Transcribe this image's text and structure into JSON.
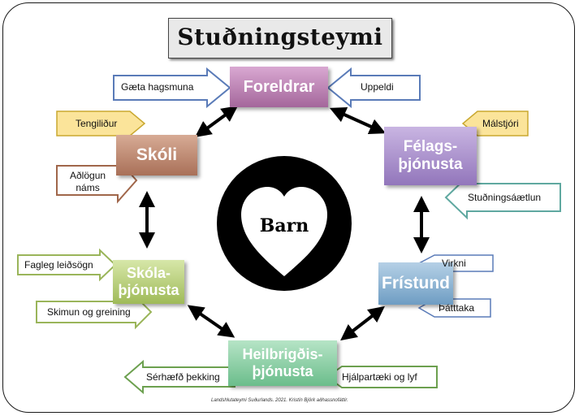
{
  "title": "Stuðningsteymi",
  "center": "Barn",
  "nodes": {
    "foreldrar": "Foreldrar",
    "skoli": "Skóli",
    "felags_line1": "Félags-",
    "felags_line2": "þjónusta",
    "skolathj_line1": "Skóla-",
    "skolathj_line2": "þjónusta",
    "fristund": "Frístund",
    "heilb_line1": "Heilbrigðis-",
    "heilb_line2": "þjónusta"
  },
  "labels": {
    "gaeta": "Gæta hagsmuna",
    "uppeldi": "Uppeldi",
    "tengilidur": "Tengiliður",
    "adlogun_line1": "Aðlögun",
    "adlogun_line2": "náms",
    "malstjori": "Málstjóri",
    "studningsaetlun": "Stuðningsáætlun",
    "fagleg": "Fagleg leiðsögn",
    "skimun": "Skimun og greining",
    "virkni": "Virkni",
    "thatttaka": "Þátttaka",
    "serhaefd": "Sérhæfð þekking",
    "hjalpartaeki": "Hjálpartæki og lyf"
  },
  "footer": "Landshlutateymi Suðurlands. 2021. Kristín Björk aðhassnofáttir.",
  "colors": {
    "foreldrar": "#b77fae",
    "skoli": "#c28b73",
    "felags": "#a58ccb",
    "skolathj": "#b8cf7a",
    "fristund": "#8db5d6",
    "heilb": "#8ccfa4",
    "arrow_blue": "#5a7bb8",
    "arrow_yellow": "#c9a830",
    "arrow_brown": "#a0664a",
    "arrow_green": "#6ca04f",
    "arrow_teal": "#5fa8a0"
  }
}
